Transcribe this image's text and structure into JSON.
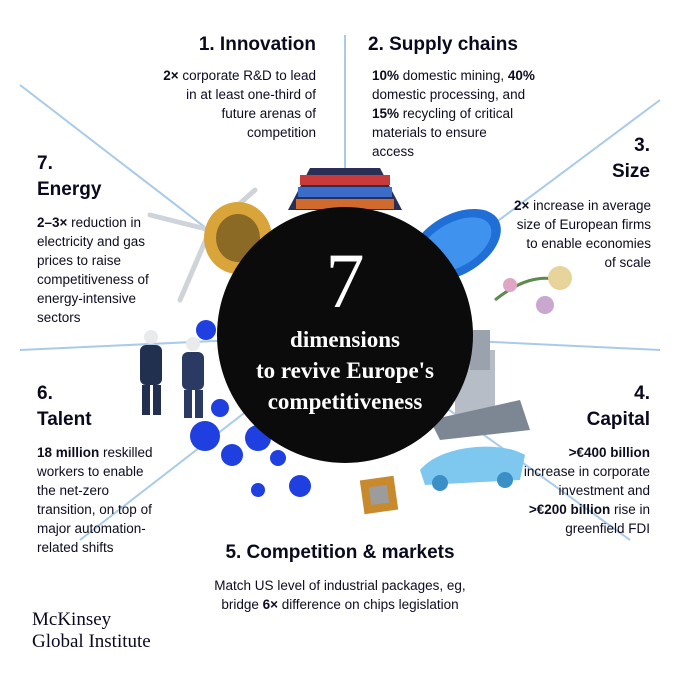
{
  "center": {
    "number": "7",
    "line1": "dimensions",
    "line2": "to revive Europe's",
    "line3": "competitiveness"
  },
  "dimensions": [
    {
      "title": "1. Innovation",
      "segments": [
        [
          "2×",
          " corporate R&D to lead"
        ],
        [
          "",
          "in at least one-third of"
        ],
        [
          "",
          "future arenas of"
        ],
        [
          "",
          "competition"
        ]
      ]
    },
    {
      "title": "2. Supply chains",
      "segments": [
        [
          "10%",
          " domestic mining, ",
          "40%"
        ],
        [
          "",
          "domestic processing, and"
        ],
        [
          "15%",
          " recycling of critical"
        ],
        [
          "",
          "materials to ensure"
        ],
        [
          "",
          "access"
        ]
      ]
    },
    {
      "title": "3.",
      "title2": "Size",
      "segments": [
        [
          "2×",
          " increase in average"
        ],
        [
          "",
          "size of European firms"
        ],
        [
          "",
          "to enable economies"
        ],
        [
          "",
          "of scale"
        ]
      ]
    },
    {
      "title": "4.",
      "title2": "Capital",
      "segments": [
        [
          ">€400 billion"
        ],
        [
          "",
          "increase in corporate"
        ],
        [
          "",
          "investment and"
        ],
        [
          ">€200 billion",
          " rise in"
        ],
        [
          "",
          "greenfield FDI"
        ]
      ]
    },
    {
      "title": "5. Competition & markets",
      "segments": [
        [
          "",
          "Match US level of industrial packages, eg,"
        ],
        [
          "",
          "bridge ",
          "6×",
          " difference on chips legislation"
        ]
      ]
    },
    {
      "title": "6.",
      "title2": "Talent",
      "segments": [
        [
          "18 million",
          " reskilled"
        ],
        [
          "",
          "workers to enable"
        ],
        [
          "",
          "the net-zero"
        ],
        [
          "",
          "transition, on top of"
        ],
        [
          "",
          "major automation-"
        ],
        [
          "",
          "related shifts"
        ]
      ]
    },
    {
      "title": "7.",
      "title2": "Energy",
      "segments": [
        [
          "2–3×",
          " reduction in"
        ],
        [
          "",
          "electricity and gas"
        ],
        [
          "",
          "prices to raise"
        ],
        [
          "",
          "competitiveness of"
        ],
        [
          "",
          "energy-intensive"
        ],
        [
          "",
          "sectors"
        ]
      ]
    }
  ],
  "brand": {
    "line1": "McKinsey",
    "line2": "Global Institute"
  },
  "colors": {
    "lines": "#9ec3e6",
    "disc": "#0b0b0b",
    "text": "#0a0a1e",
    "accent": "#1f3fe0"
  }
}
